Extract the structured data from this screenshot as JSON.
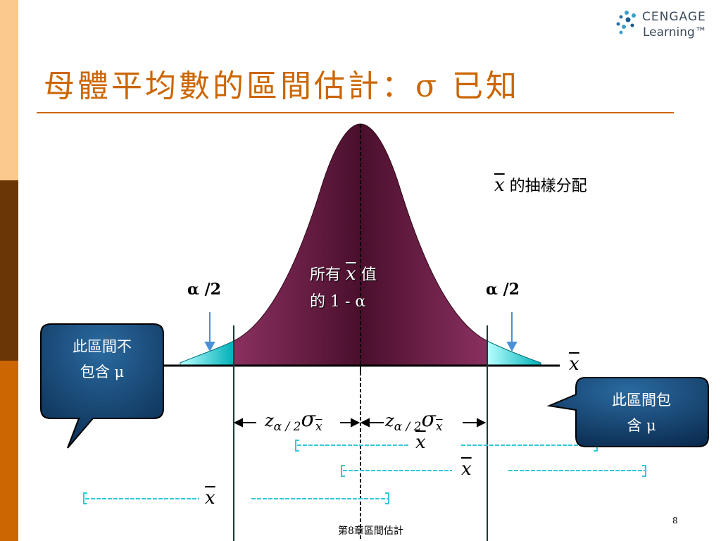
{
  "logo": {
    "line1": "CENGAGE",
    "line2": "Learning™"
  },
  "title": "母體平均數的區間估計：σ 已知",
  "diagram": {
    "distribution_label_var": "x",
    "distribution_label_text": "的抽樣分配",
    "center_line1_prefix": "所有",
    "center_line1_var": "x",
    "center_line1_suffix": "值",
    "center_line2": "的 1 - α ",
    "alpha_half_left": "α /2",
    "alpha_half_right": "α /2",
    "axis_var": "x",
    "center_symbol": "",
    "z_main": "z",
    "z_sub": "α / 2",
    "sigma": "σ",
    "sigma_sub": "x",
    "interval_mean_var": "x"
  },
  "callouts": {
    "left_line1": "此區間不",
    "left_line2": "包含 μ",
    "right_line1": "此區間包",
    "right_line2": "含 μ"
  },
  "colors": {
    "accent": "#cc6600",
    "curve": "#6d1f46",
    "tail": "#00c4c4",
    "callout": "#0d3a66"
  },
  "footer": "第8章區間估計",
  "page_number": "8"
}
